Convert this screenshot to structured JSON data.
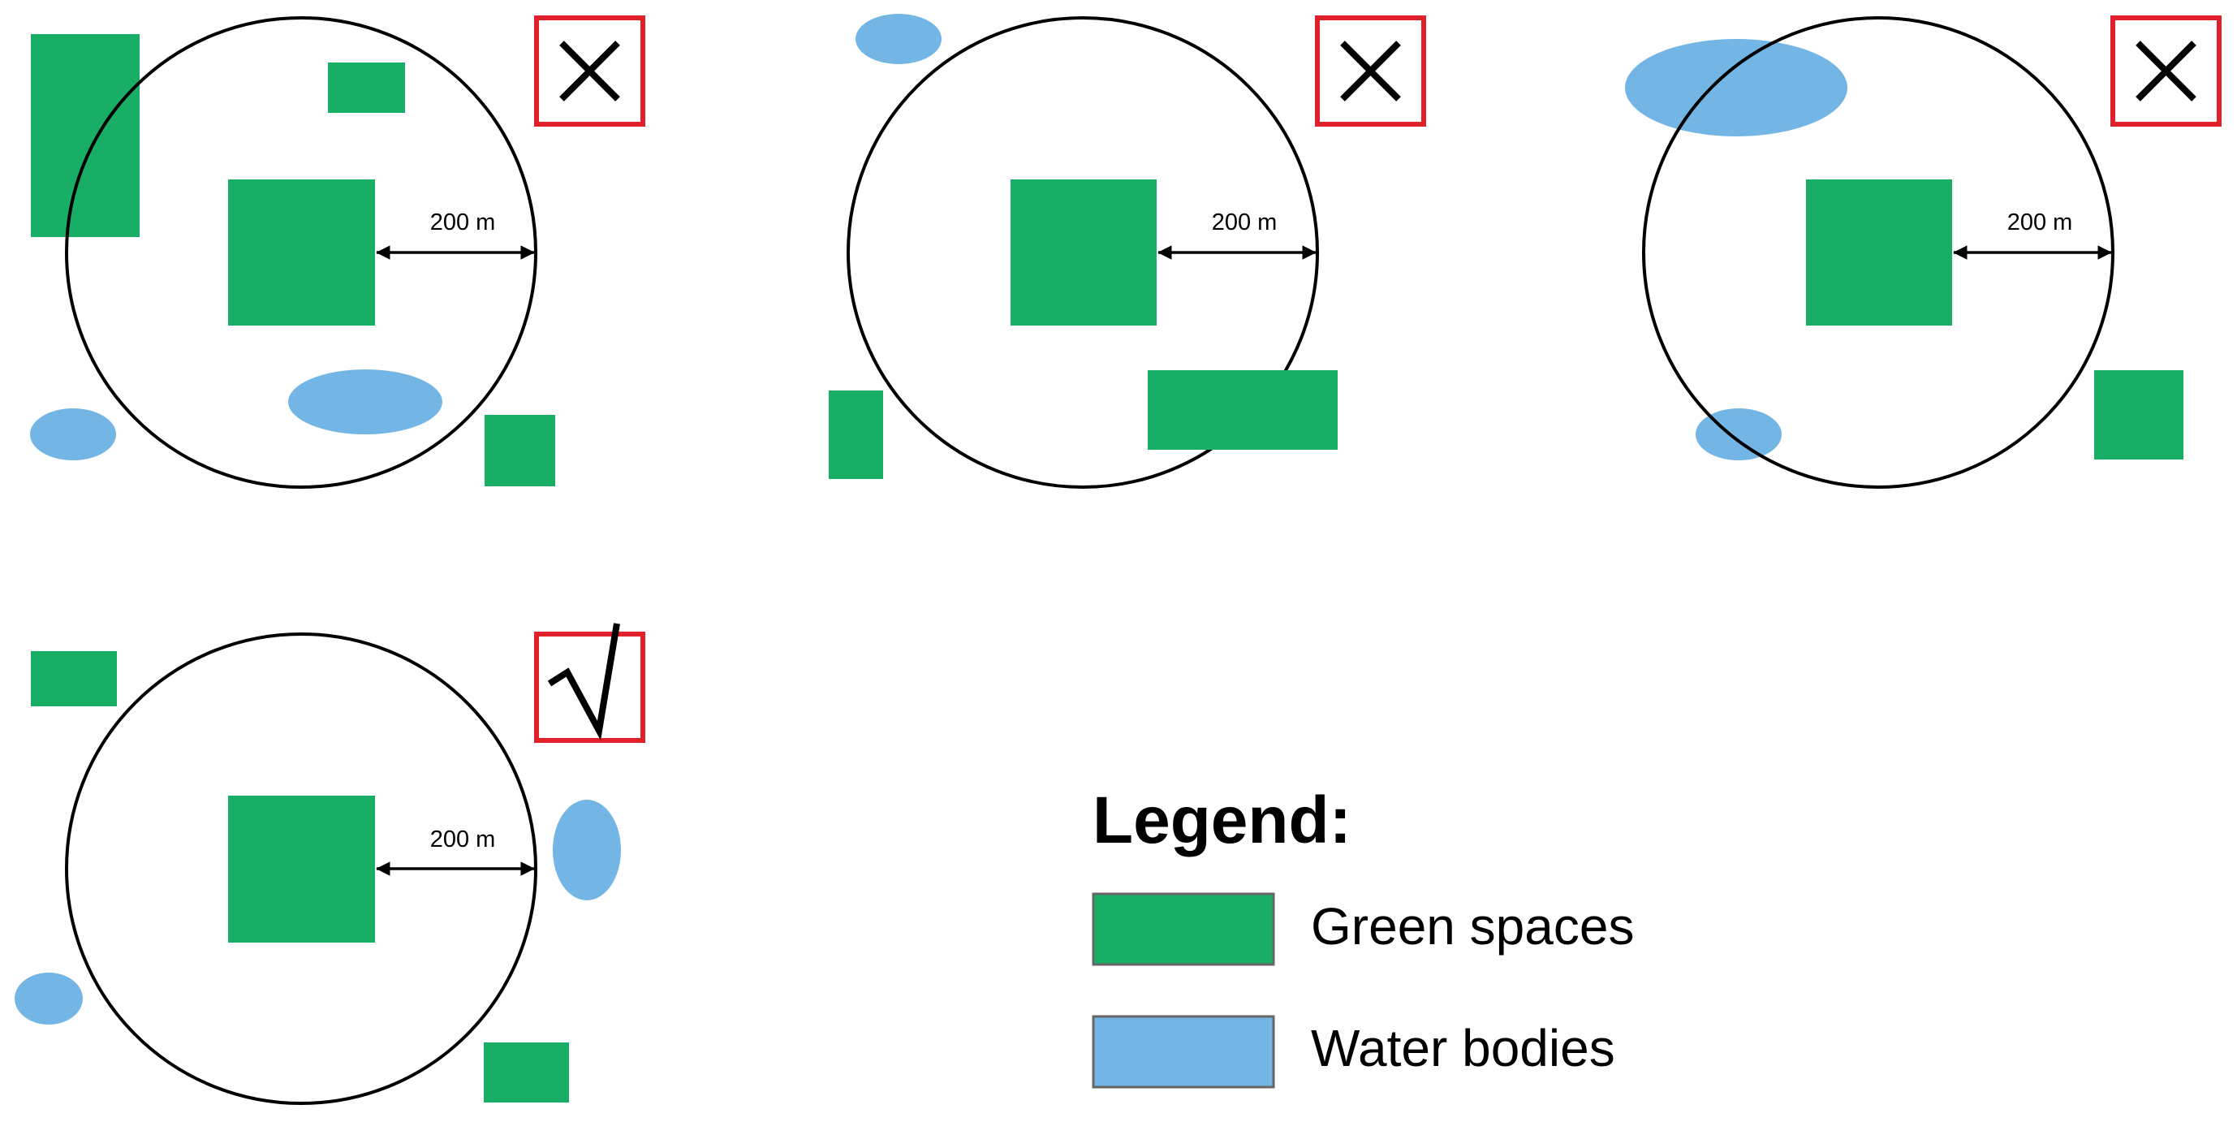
{
  "colors": {
    "green_space": "#19ae66",
    "water_body": "#73b6e6",
    "verdict_border": "#e0202a",
    "outline": "#000000"
  },
  "panels": [
    {
      "distance_label": "200 m",
      "verdict": "cross-icon"
    },
    {
      "distance_label": "200 m",
      "verdict": "cross-icon"
    },
    {
      "distance_label": "200 m",
      "verdict": "cross-icon"
    },
    {
      "distance_label": "200 m",
      "verdict": "check-icon"
    }
  ],
  "legend": {
    "title": "Legend:",
    "items": [
      {
        "label": "Green spaces",
        "swatch": "green"
      },
      {
        "label": "Water bodies",
        "swatch": "water"
      }
    ]
  }
}
